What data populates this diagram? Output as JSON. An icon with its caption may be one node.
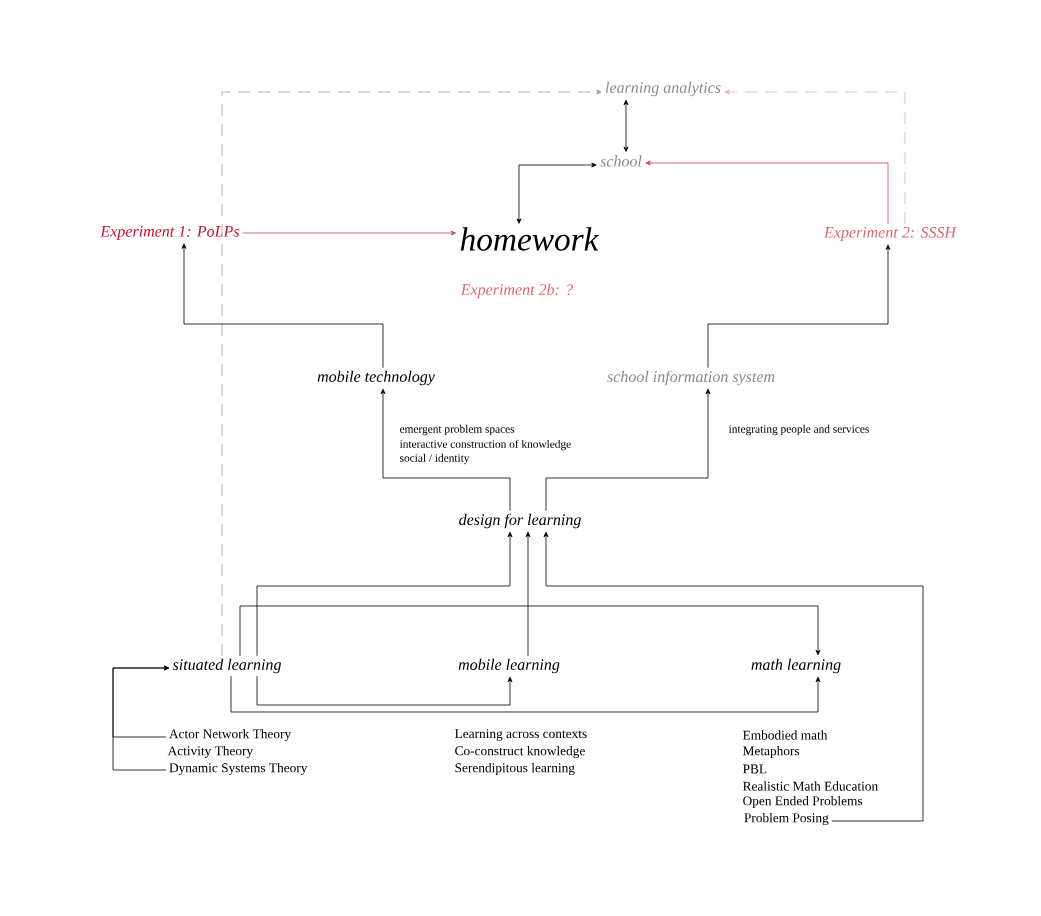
{
  "diagram": {
    "nodes": [
      {
        "text": [
          "learning analytics"
        ]
      },
      {
        "text": [
          "school"
        ]
      },
      {
        "text": [
          "Experiment 1: PoLPs"
        ]
      },
      {
        "text": [
          "homework"
        ]
      },
      {
        "text": [
          "Experiment 2: SSSH"
        ]
      },
      {
        "text": [
          "mobile technology"
        ]
      },
      {
        "text": [
          "school information system"
        ]
      },
      {
        "text": [
          "design for learning"
        ]
      },
      {
        "text": [
          "situated learning"
        ]
      },
      {
        "text": [
          "mobile learning"
        ]
      },
      {
        "text": [
          "math learning"
        ]
      },
      {
        "text": [
          "Actor Network Theory"
        ]
      },
      {
        "text": [
          "Dynamic Systems Theory"
        ]
      },
      {
        "text": [
          "Problem Posing"
        ]
      }
    ],
    "edges": [
      {
        "from": 0,
        "to": 1,
        "arrow": "both"
      },
      {
        "from": 3,
        "to": 1,
        "arrow": "both"
      },
      {
        "from": 2,
        "to": 3,
        "arrow": "to",
        "color": "#d2414f"
      },
      {
        "from": 4,
        "to": 1,
        "arrow": "to",
        "color": "#d2414f"
      },
      {
        "from": 4,
        "to": 0,
        "arrow": "to",
        "style": "dashed",
        "color": "#f2a9b0"
      },
      {
        "from": 8,
        "to": 0,
        "arrow": "to",
        "style": "dashed",
        "color": "#9a9a9a"
      },
      {
        "from": 5,
        "to": 2,
        "arrow": "to"
      },
      {
        "from": 6,
        "to": 4,
        "arrow": "to"
      },
      {
        "from": 7,
        "to": 5,
        "arrow": "to"
      },
      {
        "from": 7,
        "to": 6,
        "arrow": "to",
        "label": "integrating people and services"
      },
      {
        "from": 8,
        "to": 7,
        "arrow": "to"
      },
      {
        "from": 9,
        "to": 7,
        "arrow": "to"
      },
      {
        "from": 13,
        "to": 7,
        "arrow": "to"
      },
      {
        "from": 8,
        "to": 10,
        "arrow": "to"
      },
      {
        "from": 8,
        "to": 9,
        "arrow": "to"
      },
      {
        "from": 8,
        "to": 10,
        "arrow": "to"
      },
      {
        "from": 11,
        "to": 8,
        "arrow": "to"
      },
      {
        "from": 12,
        "to": 8,
        "arrow": "to"
      }
    ],
    "labels": [
      "Experiment 2b: ?",
      "emergent problem spaces",
      "interactive construction of knowledge",
      "social / identity",
      "Activity Theory",
      "Learning across contexts",
      "Co-construct knowledge",
      "Serendipitous learning",
      "Embodied math",
      "Metaphors",
      "PBL",
      "Realistic Math Education",
      "Open Ended Problems"
    ]
  }
}
